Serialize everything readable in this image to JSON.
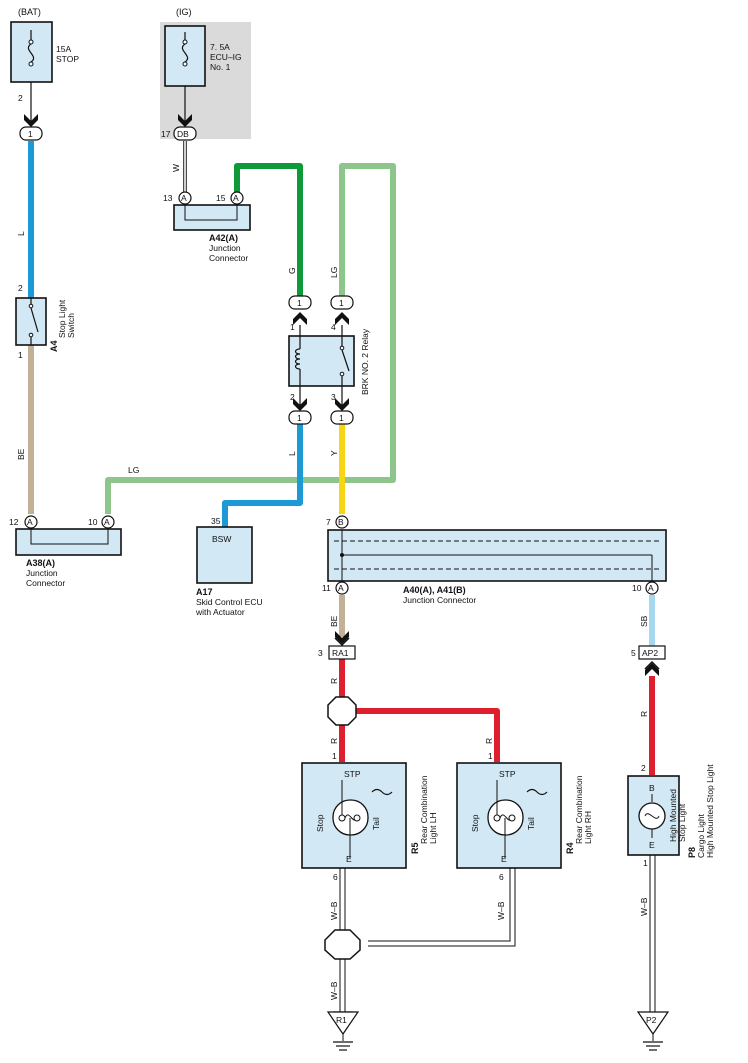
{
  "colors": {
    "blue": "#1c9ad6",
    "green": "#0f9a3a",
    "light_green": "#8dc58b",
    "tan": "#c3b197",
    "yellow": "#f7d414",
    "red": "#dd1f2e",
    "light_blue": "#a5d7ee",
    "box_fill": "#d2e8f4",
    "ig_gray": "#dadada"
  },
  "fuses": {
    "bat_label": "(BAT)",
    "bat_fuse": [
      "15A",
      "STOP"
    ],
    "bat_pin": "2",
    "bat_conn": "1",
    "ig_label": "(IG)",
    "ig_fuse": [
      "7. 5A",
      "ECU–IG",
      "No. 1"
    ],
    "ig_pin": "17",
    "ig_conn": "DB"
  },
  "wires": {
    "W": "W",
    "L": "L",
    "G": "G",
    "LG": "LG",
    "BE": "BE",
    "L2": "L",
    "Y": "Y",
    "LG2": "LG",
    "BE2": "BE",
    "SB": "SB",
    "R1": "R",
    "R2": "R",
    "R3": "R",
    "R4": "R",
    "WB1": "W–B",
    "WB2": "W–B",
    "WB3": "W–B",
    "WB4": "W–B"
  },
  "a42": {
    "code": "A42(A)",
    "name": [
      "Junction",
      "Connector"
    ],
    "pin_left": "13",
    "pin_right": "15",
    "conn": "A"
  },
  "a4": {
    "code": "A4",
    "name": [
      "Stop Light",
      "Switch"
    ],
    "pin_top": "2",
    "pin_bottom": "1"
  },
  "relay": {
    "name": "BRK NO. 2 Relay",
    "pins": [
      "1",
      "4",
      "2",
      "3"
    ],
    "conn": "1"
  },
  "a38": {
    "code": "A38(A)",
    "name": [
      "Junction",
      "Connector"
    ],
    "pin_left": "12",
    "pin_right": "10",
    "conn": "A"
  },
  "a17": {
    "code": "A17",
    "name": [
      "Skid Control ECU",
      "with Actuator"
    ],
    "pin": "35",
    "terminal": "BSW"
  },
  "a40": {
    "code": "A40(A), A41(B)",
    "name": "Junction Connector",
    "pin_top": "7",
    "conn_top": "B",
    "pin_bl": "11",
    "conn_bl": "A",
    "pin_br": "10",
    "conn_br": "A"
  },
  "connectors": {
    "ra1_pin": "3",
    "ra1": "RA1",
    "ap2_pin": "5",
    "ap2": "AP2"
  },
  "r5": {
    "code": "R5",
    "name": [
      "Rear Combination",
      "Light LH"
    ],
    "stp": "STP",
    "stop": "Stop",
    "tail": "Tail",
    "e": "E",
    "pin_top": "1",
    "pin_bottom": "6"
  },
  "r4": {
    "code": "R4",
    "name": [
      "Rear Combination",
      "Light RH"
    ],
    "stp": "STP",
    "stop": "Stop",
    "tail": "Tail",
    "e": "E",
    "pin_top": "1",
    "pin_bottom": "6"
  },
  "p8": {
    "code": "P8",
    "name": [
      "Cargo Light",
      "High Mounted Stop Light"
    ],
    "b": "B",
    "e": "E",
    "lamp": [
      "High Mounted",
      "Stop Light"
    ],
    "pin_top": "2",
    "pin_bottom": "1"
  },
  "grounds": {
    "left": "R1",
    "right": "P2"
  }
}
